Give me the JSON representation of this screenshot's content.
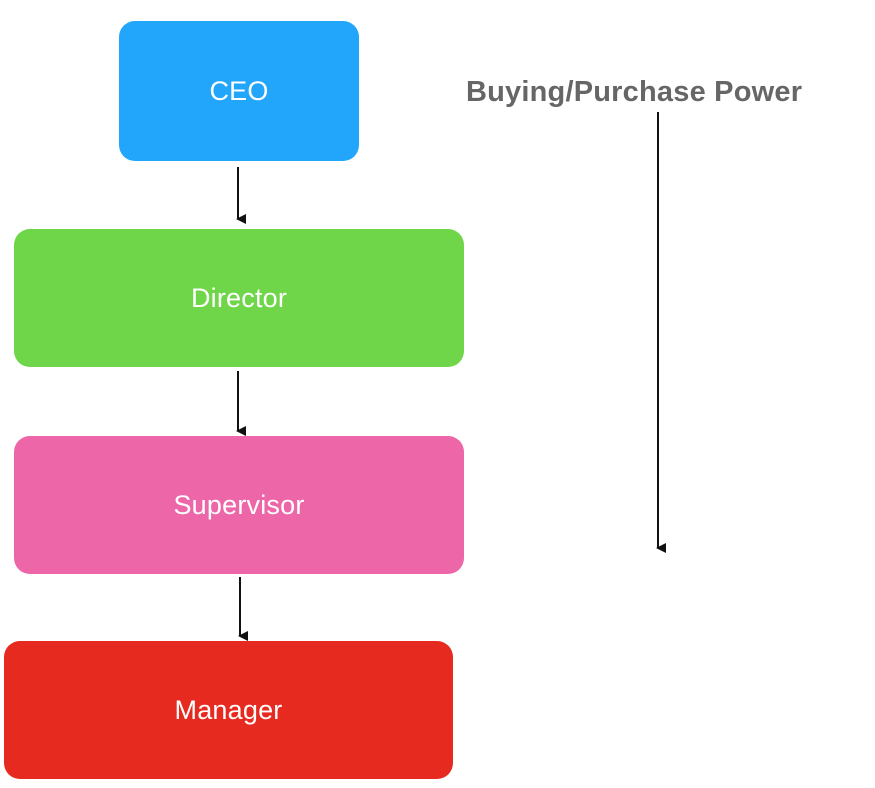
{
  "diagram": {
    "nodes": [
      {
        "id": "ceo",
        "label": "CEO",
        "color": "#22a6fb"
      },
      {
        "id": "director",
        "label": "Director",
        "color": "#6fd64a"
      },
      {
        "id": "supervisor",
        "label": "Supervisor",
        "color": "#ec66a8"
      },
      {
        "id": "manager",
        "label": "Manager",
        "color": "#e62a20"
      }
    ],
    "edges": [
      {
        "from": "ceo",
        "to": "director"
      },
      {
        "from": "director",
        "to": "supervisor"
      },
      {
        "from": "supervisor",
        "to": "manager"
      }
    ],
    "side_label": "Buying/Purchase Power",
    "text_color": "#666666",
    "arrow_color": "#111111"
  }
}
